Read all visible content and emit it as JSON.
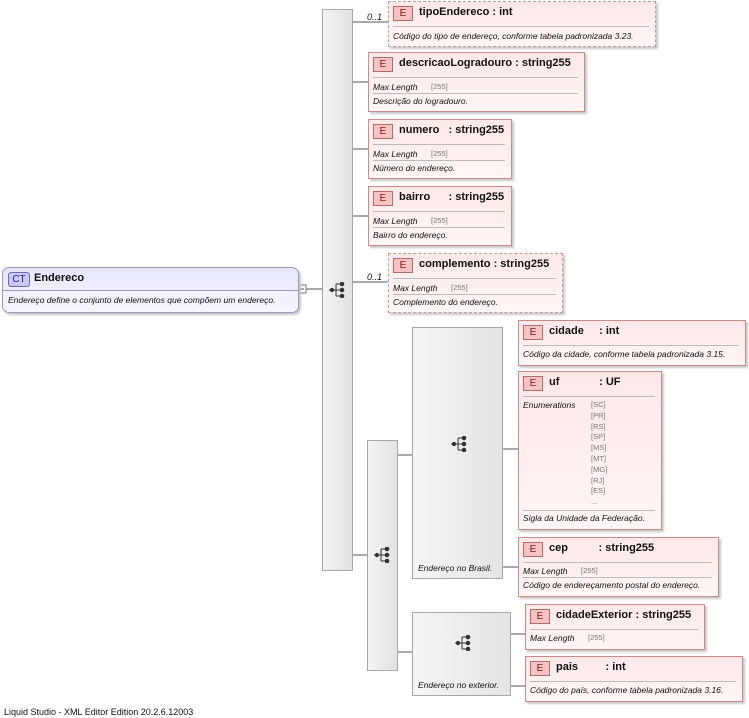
{
  "complex_type": {
    "badge": "CT",
    "name": "Endereco",
    "doc": "Endereço define o conjunto de elementos que compõem um endereço."
  },
  "elements": {
    "tipoEndereco": {
      "badge": "E",
      "name": "tipoEndereco",
      "type": ": int",
      "cardinality": "0..1",
      "doc": "Código do tipo de endereço, conforme tabela padronizada 3.23."
    },
    "descricaoLogradouro": {
      "badge": "E",
      "name": "descricaoLogradouro",
      "type": ": string255",
      "facet_label": "Max Length",
      "facet_value": "[255]",
      "doc": "Descrição do logradouro."
    },
    "numero": {
      "badge": "E",
      "name": "numero",
      "type": ": string255",
      "facet_label": "Max Length",
      "facet_value": "[255]",
      "doc": "Número do endereço."
    },
    "bairro": {
      "badge": "E",
      "name": "bairro",
      "type": ": string255",
      "facet_label": "Max Length",
      "facet_value": "[255]",
      "doc": "Bairro do endereço."
    },
    "complemento": {
      "badge": "E",
      "name": "complemento",
      "type": ": string255",
      "cardinality": "0..1",
      "facet_label": "Max Length",
      "facet_value": "[255]",
      "doc": "Complemento do endereço."
    },
    "cidade": {
      "badge": "E",
      "name": "cidade",
      "type": ": int",
      "doc": "Código da cidade, conforme tabela padronizada 3.15."
    },
    "uf": {
      "badge": "E",
      "name": "uf",
      "type": ": UF",
      "facet_label": "Enumerations",
      "enumerations": [
        "[SC]",
        "[PR]",
        "[RS]",
        "[SP]",
        "[MS]",
        "[MT]",
        "[MG]",
        "[RJ]",
        "[ES]",
        "..."
      ],
      "doc": "Sigla da Unidade da Federação."
    },
    "cep": {
      "badge": "E",
      "name": "cep",
      "type": ": string255",
      "facet_label": "Max Length",
      "facet_value": "[255]",
      "doc": "Código de endereçamento postal do endereço."
    },
    "cidadeExterior": {
      "badge": "E",
      "name": "cidadeExterior",
      "type": ": string255",
      "facet_label": "Max Length",
      "facet_value": "[255]"
    },
    "pais": {
      "badge": "E",
      "name": "pais",
      "type": ": int",
      "doc": "Código do país, conforme tabela padronizada 3.16."
    }
  },
  "groups": {
    "brasil_caption": "Endereço no Brasil.",
    "exterior_caption": "Endereço no exterior."
  },
  "footer": "Liquid Studio - XML Editor Edition 20.2.6.12003"
}
